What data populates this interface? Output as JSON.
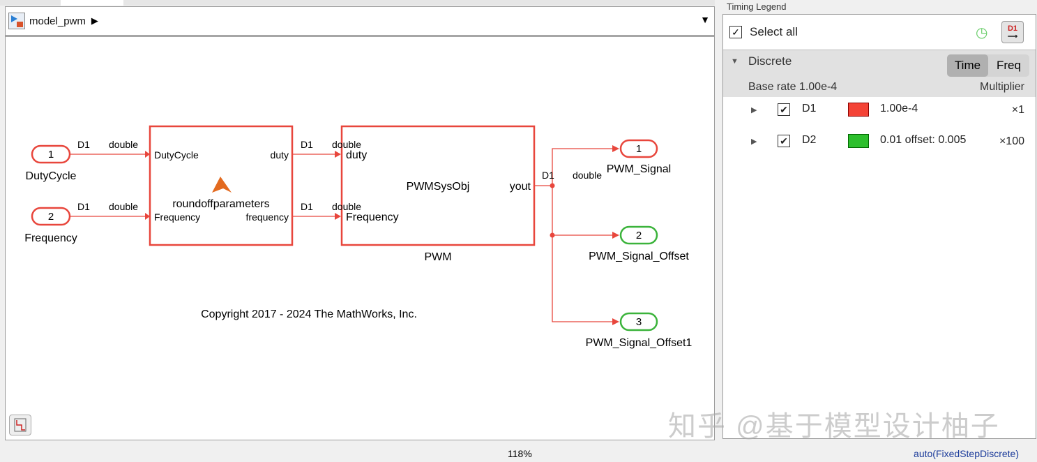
{
  "editor": {
    "breadcrumb": "model_pwm",
    "zoom": "118%",
    "solver": "auto(FixedStepDiscrete)"
  },
  "diagram": {
    "inports": [
      {
        "num": "1",
        "name": "DutyCycle"
      },
      {
        "num": "2",
        "name": "Frequency"
      }
    ],
    "outports": [
      {
        "num": "1",
        "name": "PWM_Signal",
        "color": "#e8463c"
      },
      {
        "num": "2",
        "name": "PWM_Signal_Offset",
        "color": "#3bb33b"
      },
      {
        "num": "3",
        "name": "PWM_Signal_Offset1",
        "color": "#3bb33b"
      }
    ],
    "signal_rate": "D1",
    "signal_type": "double",
    "block1": {
      "name": "roundoffparameters",
      "in_ports": [
        "DutyCycle",
        "Frequency"
      ],
      "out_ports": [
        "duty",
        "frequency"
      ]
    },
    "block2": {
      "name": "PWM",
      "label": "PWMSysObj",
      "in_ports": [
        "duty",
        "Frequency"
      ],
      "out_port": "yout"
    },
    "copyright": "Copyright 2017 - 2024 The MathWorks, Inc.",
    "line_color": "#e8463c"
  },
  "legend": {
    "title": "Timing Legend",
    "select_all": "Select all",
    "group": "Discrete",
    "time": "Time",
    "freq": "Freq",
    "base_rate": "Base rate 1.00e-4",
    "multiplier": "Multiplier",
    "rows": [
      {
        "name": "D1",
        "color": "#f44336",
        "value": "1.00e-4",
        "mult": "×1"
      },
      {
        "name": "D2",
        "color": "#2dbf2d",
        "value": "0.01 offset: 0.005",
        "mult": "×100"
      }
    ]
  },
  "watermark": "知乎 @基于模型设计柚子"
}
